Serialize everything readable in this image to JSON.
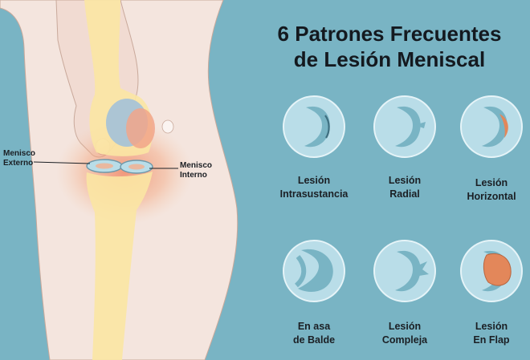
{
  "title": {
    "line1": "6 Patrones Frecuentes",
    "line2": "de Lesión Meniscal"
  },
  "knee_labels": {
    "externo": {
      "line1": "Menisco",
      "line2": "Externo"
    },
    "interno": {
      "line1": "Menisco",
      "line2": "Interno"
    }
  },
  "lesions": [
    {
      "line1": "Lesión",
      "line2": "Intrasustancia",
      "icon": "intrasubstance-tear-icon"
    },
    {
      "line1": "Lesión",
      "line2": "Radial",
      "icon": "radial-tear-icon"
    },
    {
      "line1": "Lesión",
      "line2": "Horizontal",
      "icon": "horizontal-tear-icon"
    },
    {
      "line1": "En asa",
      "line2": "de Balde",
      "icon": "bucket-handle-tear-icon"
    },
    {
      "line1": "Lesión",
      "line2": "Compleja",
      "icon": "complex-tear-icon"
    },
    {
      "line1": "Lesión",
      "line2": "En Flap",
      "icon": "flap-tear-icon"
    }
  ],
  "colors": {
    "background": "#79b4c4",
    "skin": "#f3e4dd",
    "bone": "#fbe6a3",
    "meniscus": "#b9dde8",
    "tear": "#e3875a",
    "text": "#14191f"
  }
}
